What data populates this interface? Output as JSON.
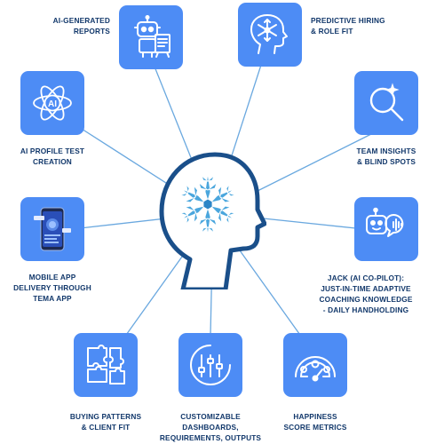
{
  "colors": {
    "card": "#4d8cf5",
    "line": "#6aa8df",
    "label": "#12386b",
    "head": "#1a4f8a",
    "snowflake": "#4aa6dd",
    "white": "#ffffff"
  },
  "features": [
    {
      "id": "reports",
      "icon": "robot-report-icon",
      "lines": [
        "AI-GENERATED",
        "REPORTS"
      ]
    },
    {
      "id": "hiring",
      "icon": "brain-head-icon",
      "lines": [
        "PREDICTIVE HIRING",
        "& ROLE FIT"
      ]
    },
    {
      "id": "profile",
      "icon": "ai-atom-icon",
      "lines": [
        "AI PROFILE TEST",
        "CREATION"
      ]
    },
    {
      "id": "insights",
      "icon": "magnifier-sparkle-icon",
      "lines": [
        "TEAM INSIGHTS",
        "& BLIND SPOTS"
      ]
    },
    {
      "id": "mobile",
      "icon": "phone-app-icon",
      "lines": [
        "MOBILE APP",
        "DELIVERY THROUGH",
        "TEMA APP"
      ]
    },
    {
      "id": "jack",
      "icon": "chatbot-icon",
      "lines": [
        "JACK (AI CO-PILOT):",
        "JUST-IN-TIME ADAPTIVE",
        "COACHING KNOWLEDGE",
        "- DAILY HANDHOLDING"
      ]
    },
    {
      "id": "buying",
      "icon": "puzzle-icon",
      "lines": [
        "BUYING PATTERNS",
        "& CLIENT FIT"
      ]
    },
    {
      "id": "dash",
      "icon": "sliders-icon",
      "lines": [
        "CUSTOMIZABLE",
        "DASHBOARDS,",
        "REQUIREMENTS, OUTPUTS"
      ]
    },
    {
      "id": "happy",
      "icon": "mood-gauge-icon",
      "lines": [
        "HAPPINESS",
        "SCORE METRICS"
      ]
    }
  ]
}
